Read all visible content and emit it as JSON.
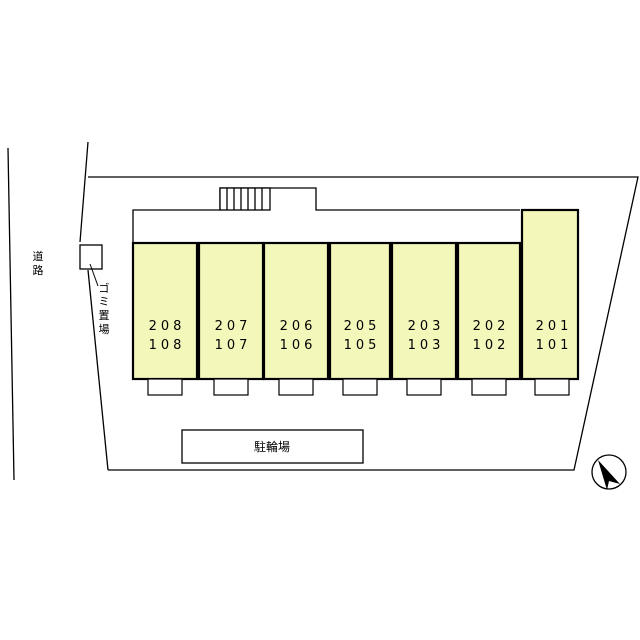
{
  "road_label": [
    "道",
    "路"
  ],
  "garbage_label": [
    "ゴ",
    "ミ",
    "置",
    "場"
  ],
  "bike_parking_label": "駐輪場",
  "units": [
    {
      "upper": "208",
      "lower": "108"
    },
    {
      "upper": "207",
      "lower": "107"
    },
    {
      "upper": "206",
      "lower": "106"
    },
    {
      "upper": "205",
      "lower": "105"
    },
    {
      "upper": "203",
      "lower": "103"
    },
    {
      "upper": "202",
      "lower": "102"
    },
    {
      "upper": "201",
      "lower": "101"
    }
  ],
  "colors": {
    "unit_fill": "#f3f7b9",
    "line": "#000000"
  },
  "icons": {
    "north_arrow": "north-arrow-icon"
  }
}
